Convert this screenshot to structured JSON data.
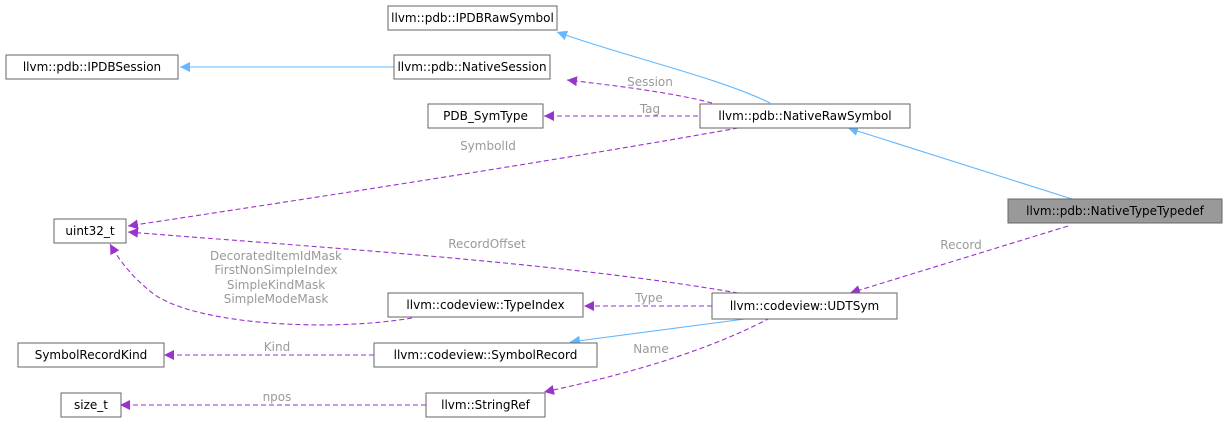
{
  "nodes": {
    "ipdb_raw_symbol": "llvm::pdb::IPDBRawSymbol",
    "ipdb_session": "llvm::pdb::IPDBSession",
    "native_session": "llvm::pdb::NativeSession",
    "pdb_symtype": "PDB_SymType",
    "native_raw_symbol": "llvm::pdb::NativeRawSymbol",
    "native_type_typedef": "llvm::pdb::NativeTypeTypedef",
    "uint32_t": "uint32_t",
    "type_index": "llvm::codeview::TypeIndex",
    "udt_sym": "llvm::codeview::UDTSym",
    "symbol_record_kind": "SymbolRecordKind",
    "symbol_record": "llvm::codeview::SymbolRecord",
    "size_t": "size_t",
    "string_ref": "llvm::StringRef"
  },
  "edge_labels": {
    "session": "Session",
    "tag": "Tag",
    "symbol_id": "SymbolId",
    "record_offset": "RecordOffset",
    "record": "Record",
    "type": "Type",
    "kind": "Kind",
    "name": "Name",
    "npos": "npos",
    "masks": [
      "DecoratedItemIdMask",
      "FirstNonSimpleIndex",
      "SimpleKindMask",
      "SimpleModeMask"
    ]
  },
  "colors": {
    "inheritance_edge": "#63b8ff",
    "usage_edge": "#9a32cd",
    "focus_node_fill": "#999999",
    "edge_label": "#9a9a9a"
  }
}
